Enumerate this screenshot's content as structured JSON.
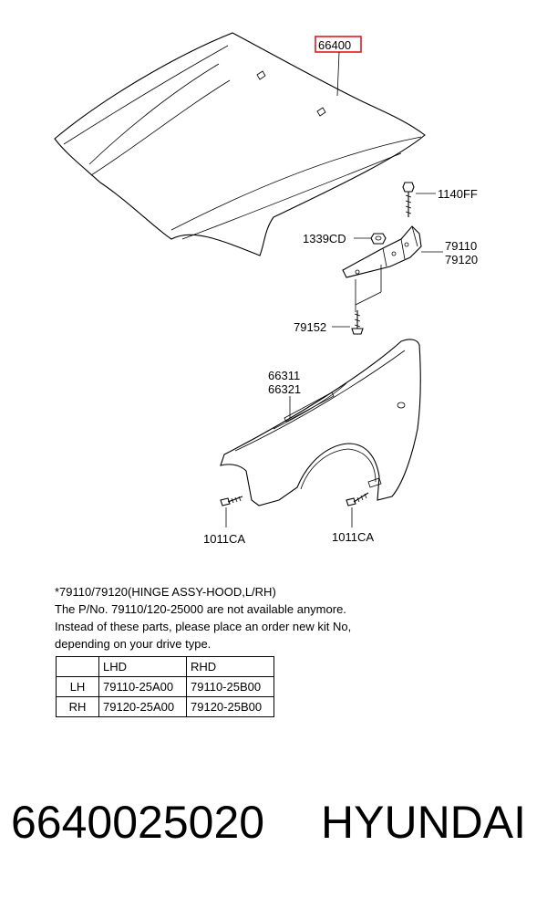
{
  "diagram": {
    "labels": {
      "hood": "66400",
      "bolt_top": "1140FF",
      "nut": "1339CD",
      "hinge_a": "79110",
      "hinge_b": "79120",
      "bolt_hinge": "79152",
      "fender_a": "66311",
      "fender_b": "66321",
      "bolt_fender_left": "1011CA",
      "bolt_fender_right": "1011CA"
    },
    "highlight_color": "#e0191d"
  },
  "note": {
    "line1": "*79110/79120(HINGE ASSY-HOOD,L/RH)",
    "line2": "The P/No. 79110/120-25000 are not available anymore.",
    "line3": "Instead of these parts, please place an order new kit No,",
    "line4": "depending on your drive type."
  },
  "table": {
    "headers": [
      "",
      "LHD",
      "RHD"
    ],
    "rows": [
      {
        "side": "LH",
        "lhd": "79110-25A00",
        "rhd": "79110-25B00"
      },
      {
        "side": "RH",
        "lhd": "79120-25A00",
        "rhd": "79120-25B00"
      }
    ]
  },
  "footer": {
    "part_number": "6640025020",
    "brand": "HYUNDAI"
  }
}
